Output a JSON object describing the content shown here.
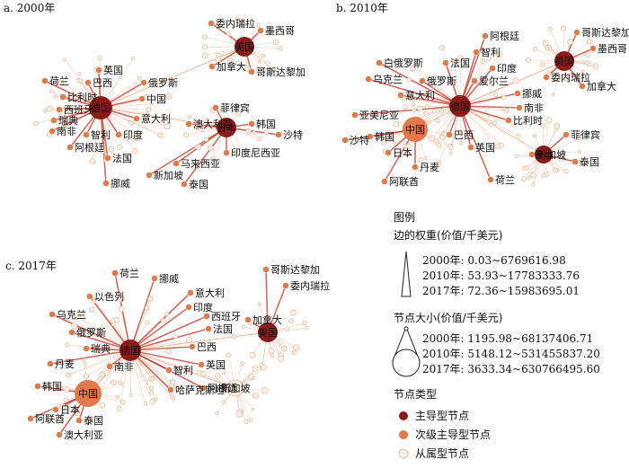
{
  "panels": [
    {
      "title": "a. 2000年",
      "hubs": [
        {
          "key": "de",
          "label": "德国",
          "type": "dominant",
          "r": 13
        },
        {
          "key": "us",
          "label": "美国",
          "type": "dominant",
          "r": 11
        },
        {
          "key": "jp",
          "label": "日本",
          "type": "dominant",
          "r": 11
        }
      ],
      "nodes": [
        {
          "label": "荷兰",
          "hub": "de",
          "type": "secondary"
        },
        {
          "label": "英国",
          "hub": "de",
          "type": "secondary"
        },
        {
          "label": "巴西",
          "hub": "de",
          "type": "secondary"
        },
        {
          "label": "俄罗斯",
          "hub": "de",
          "type": "secondary"
        },
        {
          "label": "比利时",
          "hub": "de",
          "type": "secondary"
        },
        {
          "label": "中国",
          "hub": "de",
          "type": "secondary"
        },
        {
          "label": "西班牙",
          "hub": "de",
          "type": "secondary"
        },
        {
          "label": "瑞典",
          "hub": "de",
          "type": "secondary"
        },
        {
          "label": "意大利",
          "hub": "de",
          "type": "secondary"
        },
        {
          "label": "南非",
          "hub": "de",
          "type": "secondary"
        },
        {
          "label": "智利",
          "hub": "de",
          "type": "secondary"
        },
        {
          "label": "印度",
          "hub": "de",
          "type": "secondary"
        },
        {
          "label": "阿根廷",
          "hub": "de",
          "type": "secondary"
        },
        {
          "label": "法国",
          "hub": "de",
          "type": "secondary"
        },
        {
          "label": "挪威",
          "hub": "de",
          "type": "secondary"
        },
        {
          "label": "委内瑞拉",
          "hub": "us",
          "type": "secondary"
        },
        {
          "label": "墨西哥",
          "hub": "us",
          "type": "secondary"
        },
        {
          "label": "加拿大",
          "hub": "us",
          "type": "secondary"
        },
        {
          "label": "哥斯达黎加",
          "hub": "us",
          "type": "secondary"
        },
        {
          "label": "菲律宾",
          "hub": "jp",
          "type": "secondary"
        },
        {
          "label": "澳大利亚",
          "hub": "jp",
          "type": "secondary"
        },
        {
          "label": "韩国",
          "hub": "jp",
          "type": "secondary"
        },
        {
          "label": "沙特",
          "hub": "jp",
          "type": "secondary"
        },
        {
          "label": "印度尼西亚",
          "hub": "jp",
          "type": "secondary"
        },
        {
          "label": "马来西亚",
          "hub": "jp",
          "type": "secondary"
        },
        {
          "label": "新加坡",
          "hub": "jp",
          "type": "secondary"
        },
        {
          "label": "泰国",
          "hub": "jp",
          "type": "secondary"
        }
      ]
    },
    {
      "title": "b. 2010年",
      "hubs": [
        {
          "key": "de",
          "label": "德国",
          "type": "dominant",
          "r": 12
        },
        {
          "key": "cn",
          "label": "中国",
          "type": "secondary",
          "r": 14
        },
        {
          "key": "us",
          "label": "美国",
          "type": "dominant",
          "r": 11
        },
        {
          "key": "jp",
          "label": "日本",
          "type": "dominant",
          "r": 10
        }
      ],
      "nodes": [
        {
          "label": "白俄罗斯",
          "hub": "de",
          "type": "secondary"
        },
        {
          "label": "阿根廷",
          "hub": "de",
          "type": "secondary"
        },
        {
          "label": "乌克兰",
          "hub": "de",
          "type": "secondary"
        },
        {
          "label": "智利",
          "hub": "de",
          "type": "secondary"
        },
        {
          "label": "法国",
          "hub": "de",
          "type": "secondary"
        },
        {
          "label": "印度",
          "hub": "de",
          "type": "secondary"
        },
        {
          "label": "俄罗斯",
          "hub": "de",
          "type": "secondary"
        },
        {
          "label": "爱尔兰",
          "hub": "de",
          "type": "secondary"
        },
        {
          "label": "意大利",
          "hub": "de",
          "type": "secondary"
        },
        {
          "label": "挪威",
          "hub": "de",
          "type": "secondary"
        },
        {
          "label": "亚美尼亚",
          "hub": "de",
          "type": "secondary"
        },
        {
          "label": "南非",
          "hub": "de",
          "type": "secondary"
        },
        {
          "label": "比利时",
          "hub": "de",
          "type": "secondary"
        },
        {
          "label": "巴西",
          "hub": "de",
          "type": "secondary"
        },
        {
          "label": "英国",
          "hub": "de",
          "type": "secondary"
        },
        {
          "label": "荷兰",
          "hub": "de",
          "type": "secondary"
        },
        {
          "label": "沙特",
          "hub": "cn",
          "type": "secondary"
        },
        {
          "label": "韩国",
          "hub": "cn",
          "type": "secondary"
        },
        {
          "label": "日本",
          "hub": "cn",
          "type": "secondary"
        },
        {
          "label": "丹麦",
          "hub": "cn",
          "type": "secondary"
        },
        {
          "label": "阿联酋",
          "hub": "cn",
          "type": "secondary"
        },
        {
          "label": "哥斯达黎加",
          "hub": "us",
          "type": "secondary"
        },
        {
          "label": "墨西哥",
          "hub": "us",
          "type": "secondary"
        },
        {
          "label": "委内瑞拉",
          "hub": "us",
          "type": "secondary"
        },
        {
          "label": "加拿大",
          "hub": "us",
          "type": "secondary"
        },
        {
          "label": "菲律宾",
          "hub": "jp",
          "type": "secondary"
        },
        {
          "label": "新加坡",
          "hub": "jp",
          "type": "secondary"
        },
        {
          "label": "泰国",
          "hub": "jp",
          "type": "secondary"
        }
      ]
    },
    {
      "title": "c. 2017年",
      "hubs": [
        {
          "key": "de",
          "label": "德国",
          "type": "dominant",
          "r": 12
        },
        {
          "key": "cn",
          "label": "中国",
          "type": "secondary",
          "r": 15
        },
        {
          "key": "us",
          "label": "美国",
          "type": "dominant",
          "r": 11
        },
        {
          "key": "sg",
          "label": "新加坡",
          "type": "subordinate",
          "r": 9
        }
      ],
      "nodes": [
        {
          "label": "荷兰",
          "hub": "de",
          "type": "secondary"
        },
        {
          "label": "挪威",
          "hub": "de",
          "type": "secondary"
        },
        {
          "label": "意大利",
          "hub": "de",
          "type": "secondary"
        },
        {
          "label": "以色列",
          "hub": "de",
          "type": "secondary"
        },
        {
          "label": "印度",
          "hub": "de",
          "type": "secondary"
        },
        {
          "label": "乌克兰",
          "hub": "de",
          "type": "secondary"
        },
        {
          "label": "西班牙",
          "hub": "de",
          "type": "secondary"
        },
        {
          "label": "俄罗斯",
          "hub": "de",
          "type": "secondary"
        },
        {
          "label": "法国",
          "hub": "de",
          "type": "secondary"
        },
        {
          "label": "瑞典",
          "hub": "de",
          "type": "secondary"
        },
        {
          "label": "巴西",
          "hub": "de",
          "type": "secondary"
        },
        {
          "label": "丹麦",
          "hub": "de",
          "type": "secondary"
        },
        {
          "label": "南非",
          "hub": "de",
          "type": "secondary"
        },
        {
          "label": "英国",
          "hub": "de",
          "type": "secondary"
        },
        {
          "label": "智利",
          "hub": "de",
          "type": "secondary"
        },
        {
          "label": "哈萨克斯坦",
          "hub": "de",
          "type": "secondary"
        },
        {
          "label": "阿根廷",
          "hub": "de",
          "type": "secondary"
        },
        {
          "label": "韩国",
          "hub": "cn",
          "type": "secondary"
        },
        {
          "label": "日本",
          "hub": "cn",
          "type": "secondary"
        },
        {
          "label": "阿联酋",
          "hub": "cn",
          "type": "secondary"
        },
        {
          "label": "泰国",
          "hub": "cn",
          "type": "secondary"
        },
        {
          "label": "澳大利亚",
          "hub": "cn",
          "type": "secondary"
        },
        {
          "label": "哥斯达黎加",
          "hub": "us",
          "type": "secondary"
        },
        {
          "label": "委内瑞拉",
          "hub": "us",
          "type": "secondary"
        },
        {
          "label": "加拿大",
          "hub": "us",
          "type": "secondary"
        }
      ]
    }
  ],
  "legend": {
    "title": "图例",
    "edge_weight": {
      "heading": "边的权重(价值/千美元)",
      "rows": [
        "2000年: 0.03~6769616.98",
        "2010年: 53.93~17783333.76",
        "2017年: 72.36~15983695.01"
      ]
    },
    "node_size": {
      "heading": "节点大小(价值/千美元)",
      "rows": [
        "2000年: 1195.98~68137406.71",
        "2010年: 5148.12~531455837.20",
        "2017年: 3633.34~630766495.60"
      ]
    },
    "node_type": {
      "heading": "节点类型",
      "items": [
        {
          "label": "主导型节点",
          "color": "#8b1a1a"
        },
        {
          "label": "次级主导型节点",
          "color": "#e07a4a"
        },
        {
          "label": "从属型节点",
          "color": "#fbeee2"
        }
      ]
    }
  },
  "colors": {
    "dominant": "#8b1a1a",
    "secondary": "#e07a4a",
    "subordinate": "#fbeee2",
    "edge_strong": "#c0392b",
    "edge_light": "#f0b89a"
  }
}
